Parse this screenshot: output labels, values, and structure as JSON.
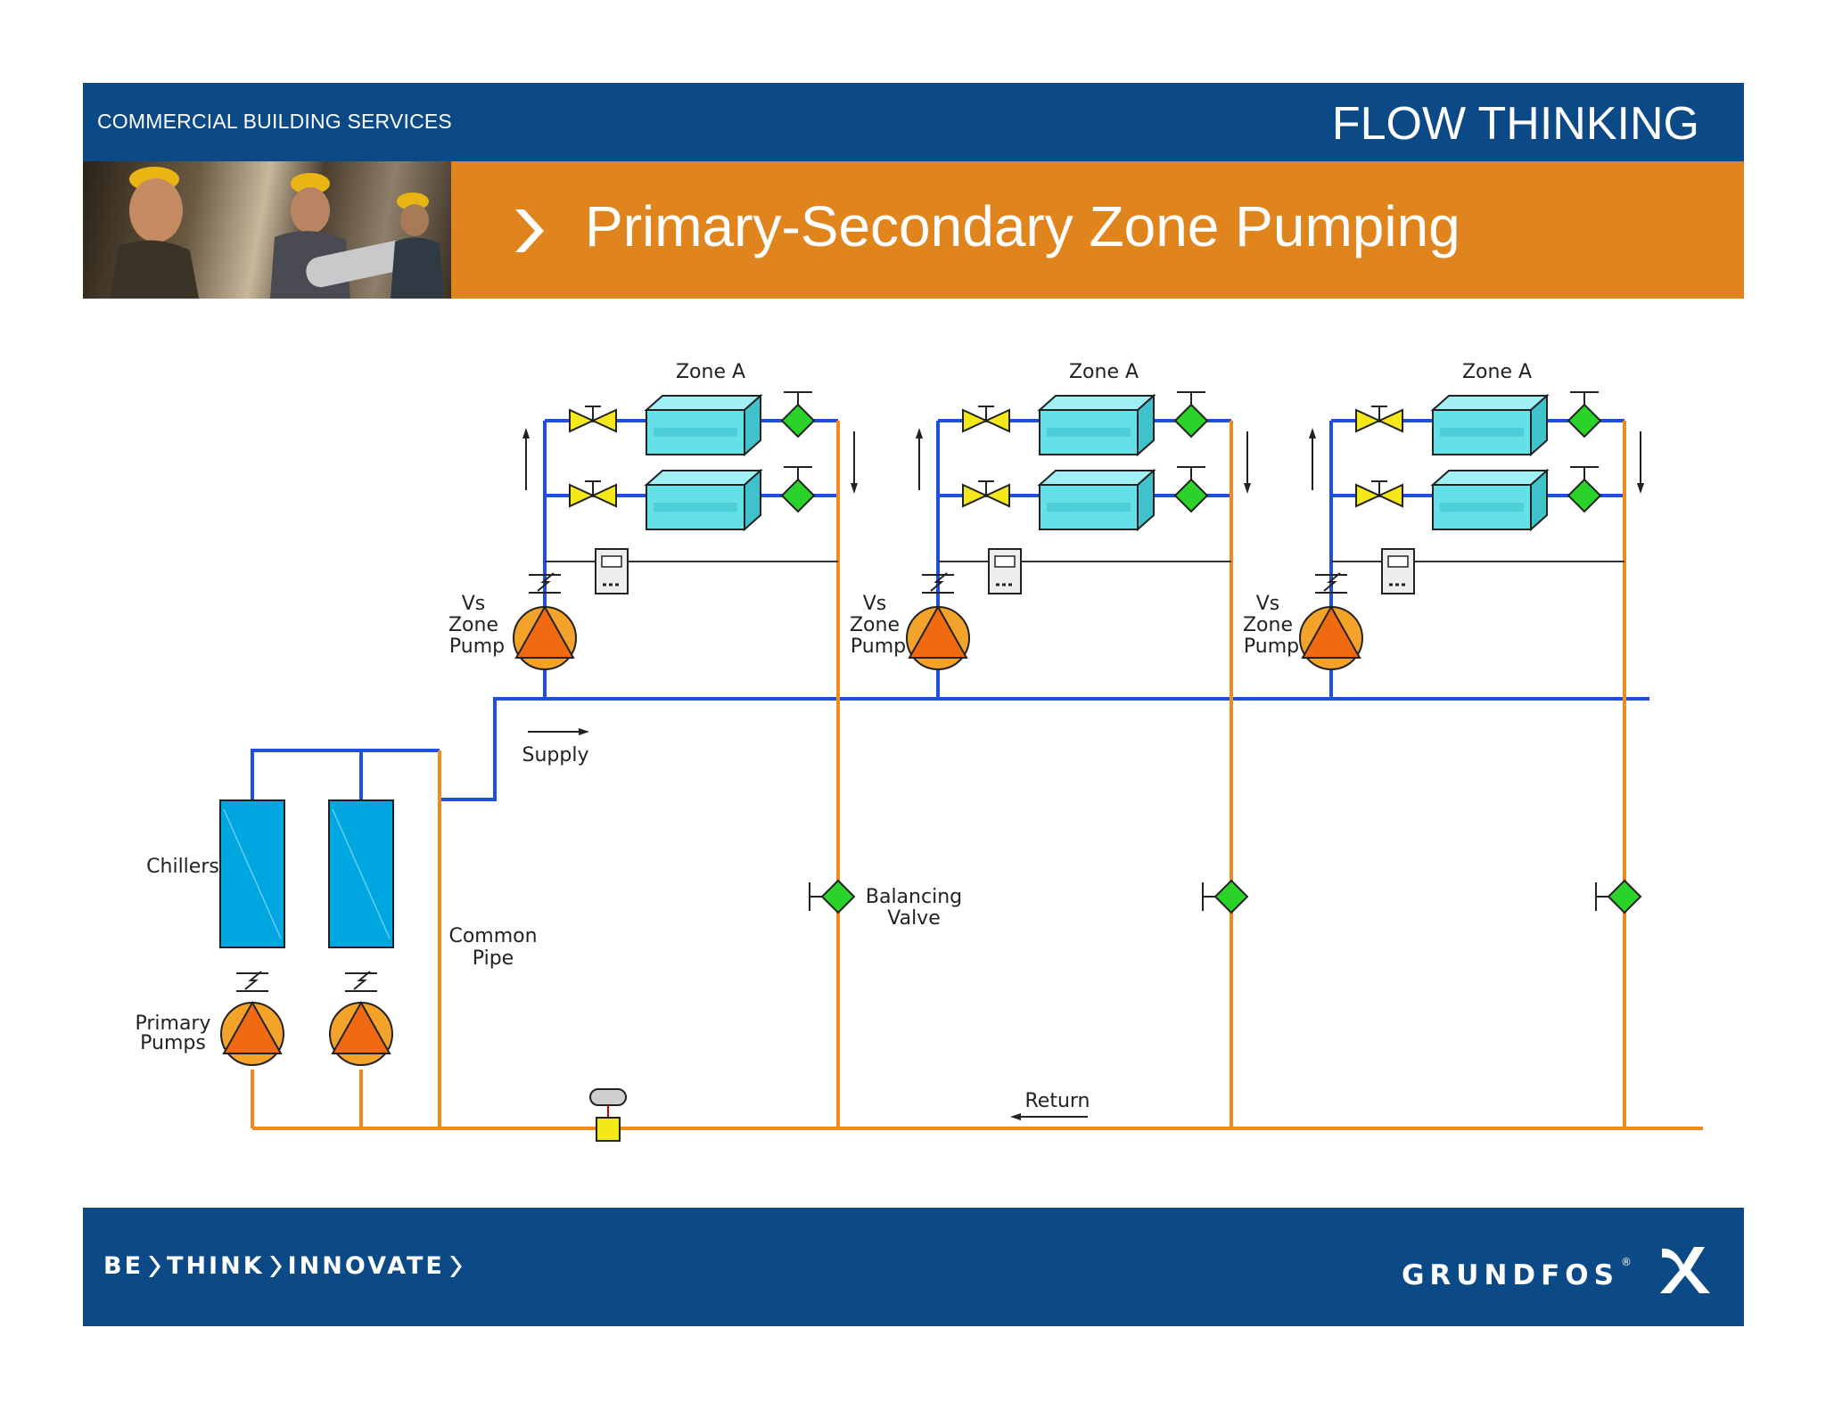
{
  "header": {
    "left_text": "COMMERCIAL BUILDING SERVICES",
    "right_text": "FLOW THINKING"
  },
  "title": {
    "text": "Primary-Secondary Zone Pumping"
  },
  "diagram": {
    "zone_labels": [
      "Zone A",
      "Zone A",
      "Zone A"
    ],
    "zone_pump_label": [
      "Vs",
      "Zone",
      "Pump"
    ],
    "supply_label": "Supply",
    "return_label": "Return",
    "chillers_label": "Chillers",
    "primary_pumps_label": [
      "Primary",
      "Pumps"
    ],
    "common_pipe_label": [
      "Common",
      "Pipe"
    ],
    "balancing_valve_label": [
      "Balancing",
      "Valve"
    ],
    "colors": {
      "supply": "#1f4fe0",
      "return": "#f08a1c",
      "chiller": "#00a6df",
      "coil": "#66e0e8",
      "valve_yellow": "#f5e81a",
      "valve_green": "#2ad22a"
    }
  },
  "footer": {
    "slogan": [
      "BE",
      "THINK",
      "INNOVATE"
    ],
    "brand": "GRUNDFOS",
    "brand_mark": "®"
  },
  "icons": [
    "chevron-right-icon",
    "pump-icon",
    "valve-icon",
    "controller-icon",
    "grundfos-logo-icon"
  ]
}
